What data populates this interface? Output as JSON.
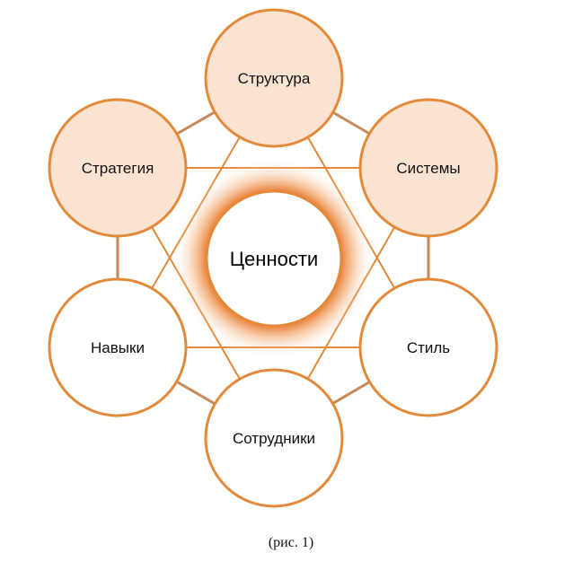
{
  "diagram": {
    "center": {
      "label": "Ценности"
    },
    "nodes": [
      {
        "id": "structure",
        "label": "Структура",
        "filled": true
      },
      {
        "id": "systems",
        "label": "Системы",
        "filled": true
      },
      {
        "id": "style",
        "label": "Стиль",
        "filled": false
      },
      {
        "id": "staff",
        "label": "Сотрудники",
        "filled": false
      },
      {
        "id": "skills",
        "label": "Навыки",
        "filled": false
      },
      {
        "id": "strategy",
        "label": "Стратегия",
        "filled": true
      }
    ],
    "colors": {
      "stroke": "#e28a3a",
      "fill_light": "#fbe3d1",
      "glow": "#e8701f",
      "line_connector": "#c6895a"
    }
  },
  "caption": "(рис. 1)"
}
